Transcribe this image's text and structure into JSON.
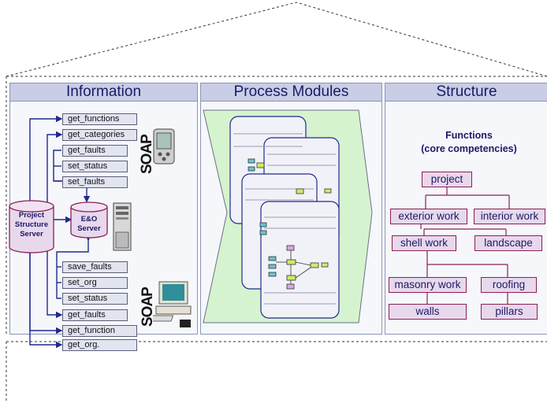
{
  "panels": {
    "information": "Information",
    "process_modules": "Process Modules",
    "structure": "Structure"
  },
  "info": {
    "top_tabs": [
      "get_functions",
      "get_categories",
      "get_faults",
      "set_status",
      "set_faults"
    ],
    "bottom_tabs": [
      "save_faults",
      "set_org",
      "set_status",
      "get_faults",
      "get_function",
      "get_org."
    ],
    "project_server": [
      "Project",
      "Structure",
      "Server"
    ],
    "eo_server": [
      "E&O",
      "Server"
    ],
    "soap_top": "SOAP",
    "soap_bottom": "SOAP"
  },
  "structure": {
    "title_line1": "Functions",
    "title_line2": "(core competencies)",
    "nodes": {
      "project": "project",
      "exterior": "exterior work",
      "interior": "interior work",
      "shell": "shell work",
      "landscape": "landscape",
      "masonry": "masonry work",
      "roofing": "roofing",
      "walls": "walls",
      "pillars": "pillars"
    }
  },
  "colors": {
    "panel_header": "#c9cde6",
    "panel_border": "#8a94b8",
    "node_border": "#8a1f55",
    "node_fill": "#e8d8ec",
    "process_fill": "#d6f3cf",
    "arrow_blue": "#1f2a8c"
  }
}
